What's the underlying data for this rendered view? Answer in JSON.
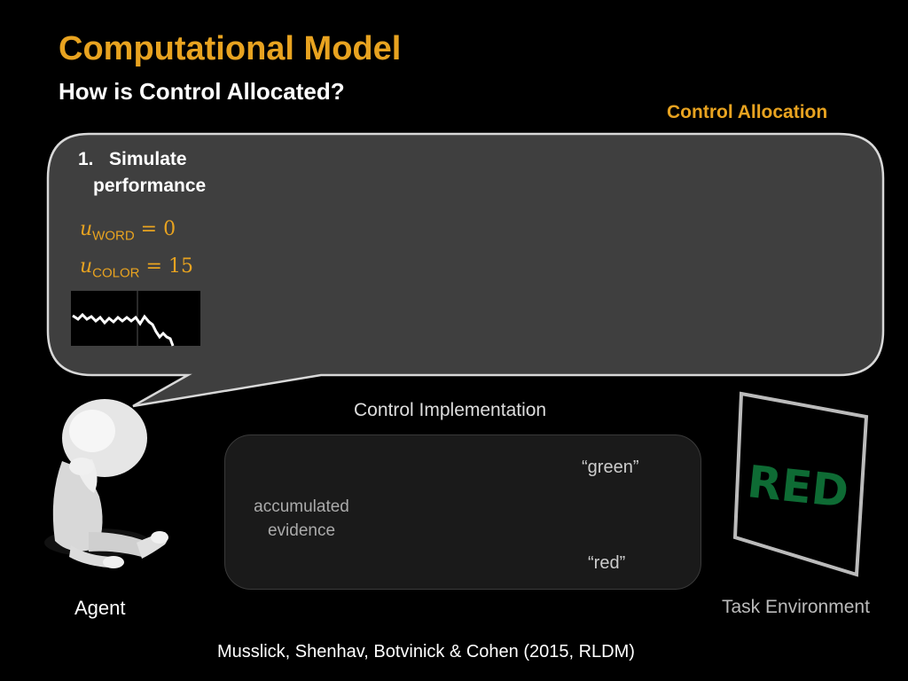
{
  "title": "Computational Model",
  "subtitle": "How is Control Allocated?",
  "control_allocation_label": "Control Allocation",
  "step": {
    "number": "1.",
    "line1": "Simulate",
    "line2": "performance"
  },
  "u_word": {
    "symbol": "u",
    "sub": "WORD",
    "eq": "= ",
    "value": "0"
  },
  "u_color": {
    "symbol": "u",
    "sub": "COLOR",
    "eq": "= ",
    "value": "15"
  },
  "control_implementation_label": "Control Implementation",
  "accumulated_label": {
    "line1": "accumulated",
    "line2": "evidence"
  },
  "response_top": "“green”",
  "response_bottom": "“red”",
  "agent_label": "Agent",
  "task_environment_label": "Task Environment",
  "stimulus_word": "RED",
  "citation": "Musslick, Shenhav, Botvinick & Cohen (2015, RLDM)",
  "colors": {
    "accent": "#e8a320",
    "bubble": "#3f3f3f",
    "stimulus_ink": "#0e6b34"
  }
}
